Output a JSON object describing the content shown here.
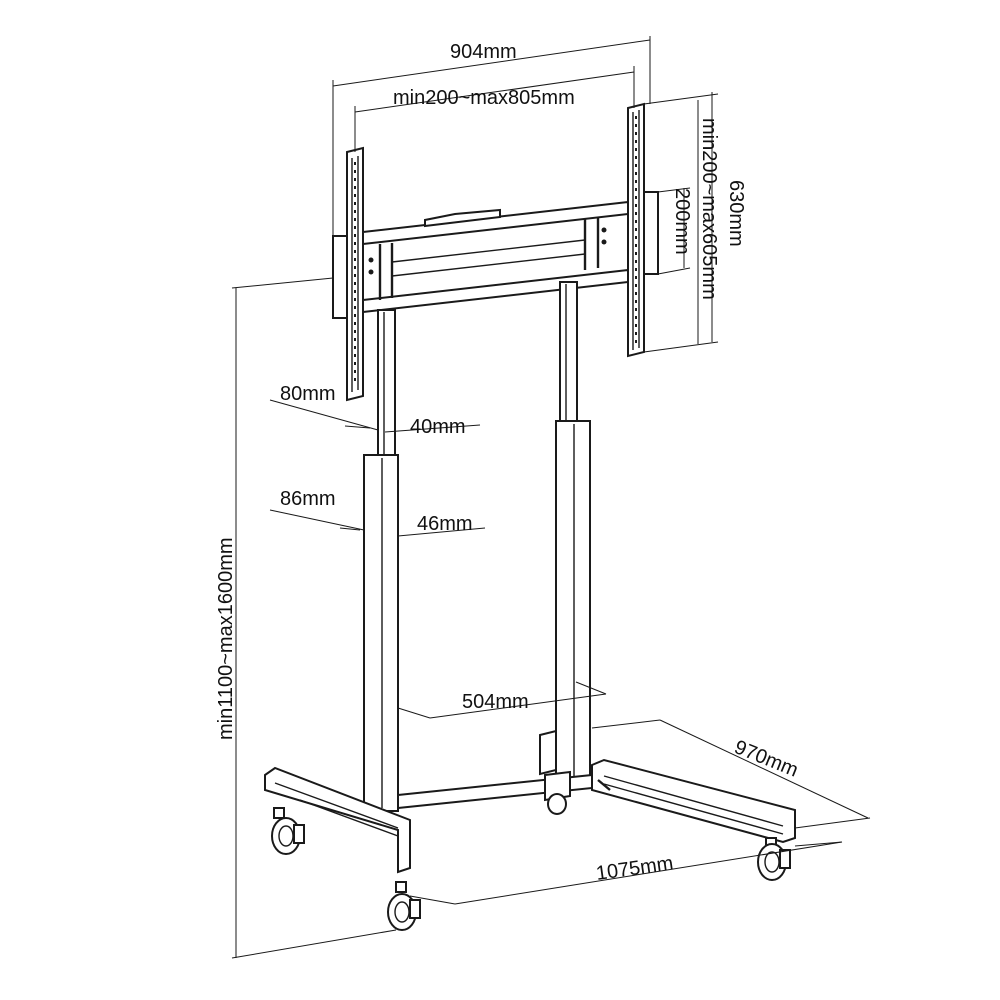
{
  "dimensions": {
    "overall_width": "904mm",
    "vesa_width": "min200~max805mm",
    "overall_height": "630mm",
    "vesa_height": "min200~max605mm",
    "bracket_height": "200mm",
    "upper_post_depth": "80mm",
    "upper_post_width": "40mm",
    "lower_post_depth": "86mm",
    "lower_post_width": "46mm",
    "post_spacing": "504mm",
    "base_depth": "970mm",
    "base_width": "1075mm",
    "height_range": "min1100~max1600mm"
  },
  "colors": {
    "line": "#1a1a1a",
    "background": "#ffffff"
  }
}
